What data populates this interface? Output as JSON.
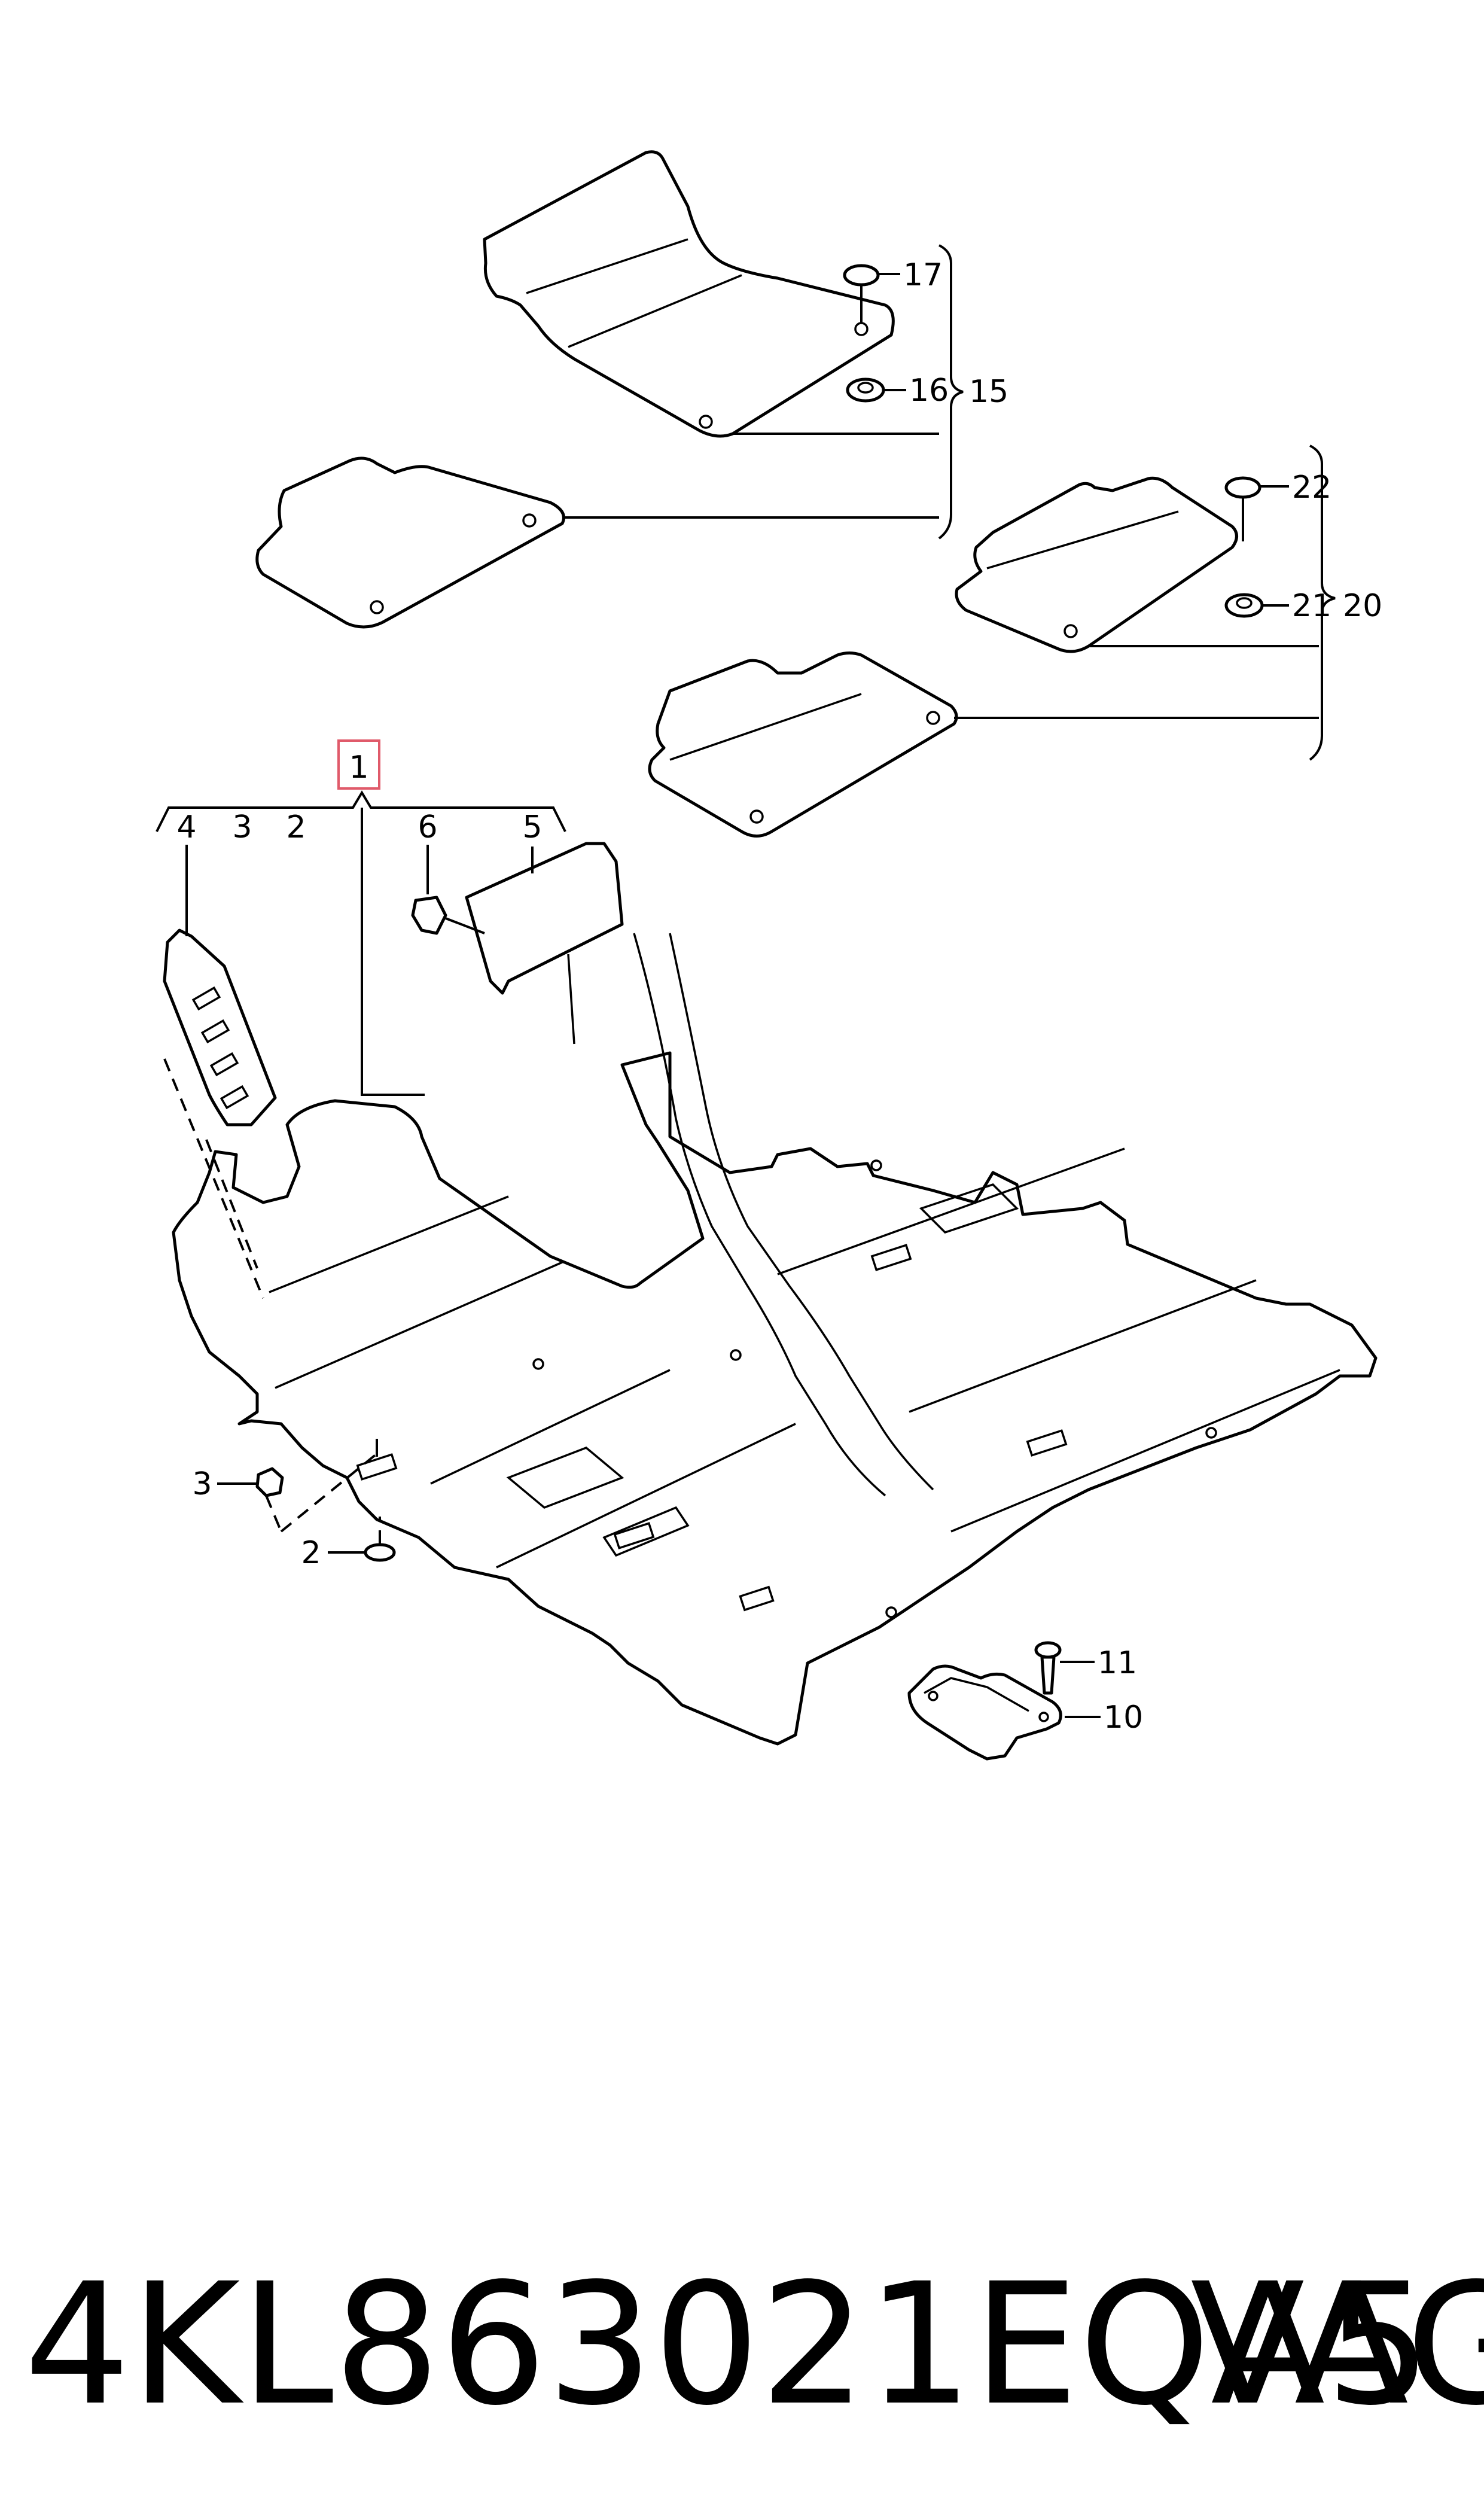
{
  "callouts": {
    "c1": "1",
    "c2a": "2",
    "c2b": "2",
    "c3a": "3",
    "c3b": "3",
    "c4": "4",
    "c5": "5",
    "c6": "6",
    "c10": "10",
    "c11": "11",
    "c15": "15",
    "c16": "16",
    "c17": "17",
    "c20": "20",
    "c21": "21",
    "c22": "22"
  },
  "footer": {
    "part_number": "4KL863021EQA5",
    "brand": "VAG"
  },
  "colors": {
    "line": "#000000",
    "background": "#ffffff",
    "highlight_box": "#e05a6a"
  }
}
